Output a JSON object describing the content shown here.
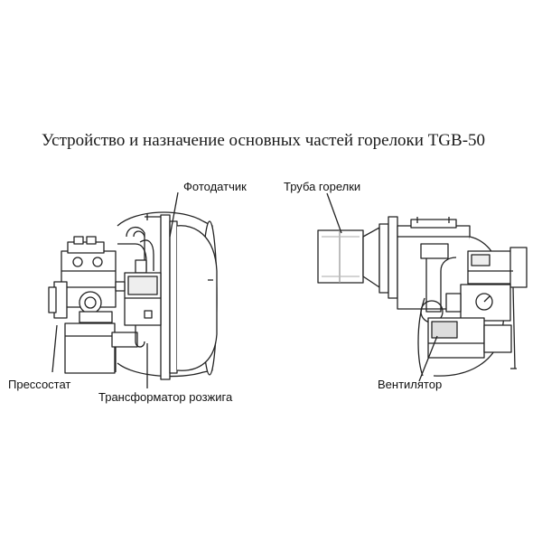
{
  "title": "Устройство и назначение основных частей горелоки TGB-50",
  "labels": {
    "photosensor": "Фотодатчик",
    "pressostat": "Прессостат",
    "ignition_transformer": "Трансформатор розжига",
    "burner_tube": "Труба горелки",
    "fan": "Вентилятор"
  },
  "colors": {
    "line": "#222222",
    "fill": "#ffffff",
    "shade": "#d8d8d8",
    "dark": "#555555"
  }
}
